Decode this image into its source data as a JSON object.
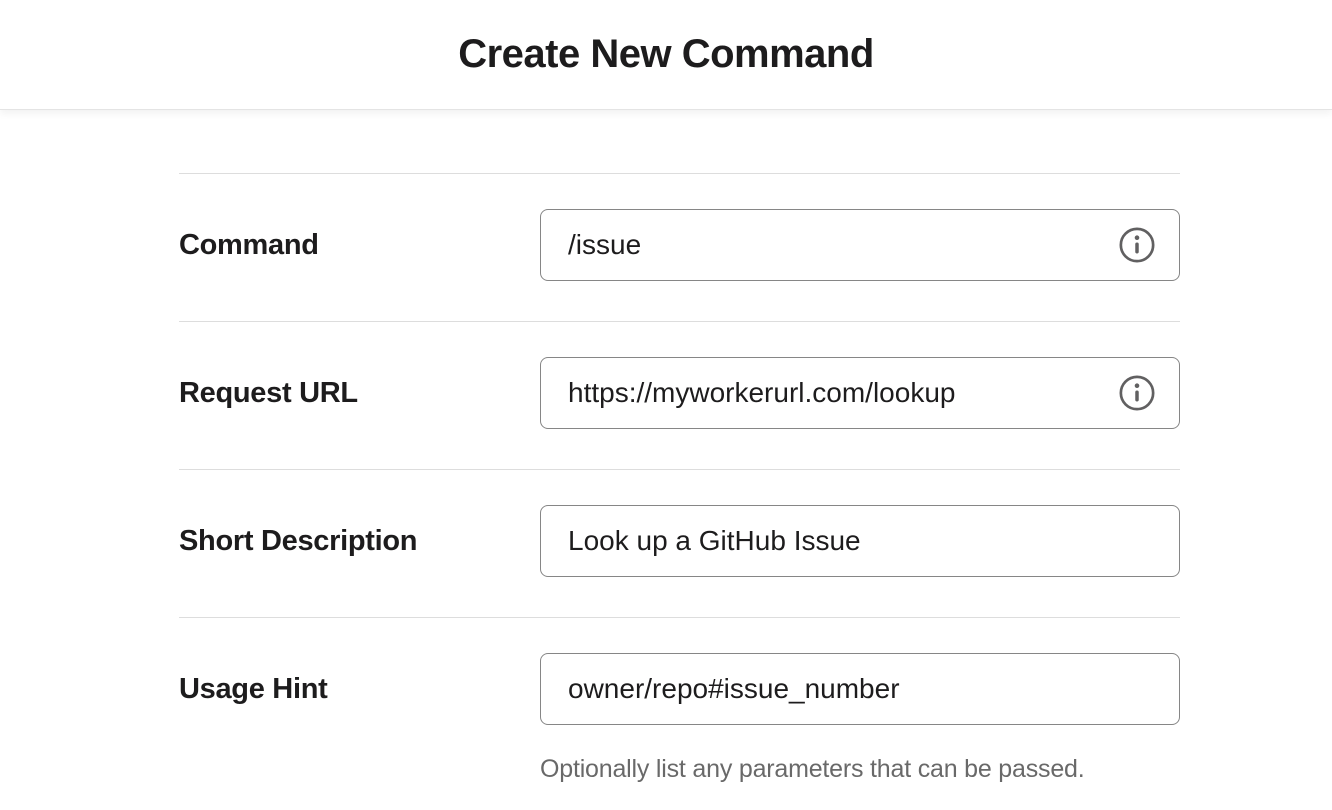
{
  "header": {
    "title": "Create New Command"
  },
  "form": {
    "fields": [
      {
        "label": "Command",
        "value": "/issue",
        "info_icon": true,
        "help": ""
      },
      {
        "label": "Request URL",
        "value": "https://myworkerurl.com/lookup",
        "info_icon": true,
        "help": ""
      },
      {
        "label": "Short Description",
        "value": "Look up a GitHub Issue",
        "info_icon": false,
        "help": ""
      },
      {
        "label": "Usage Hint",
        "value": "owner/repo#issue_number",
        "info_icon": false,
        "help": "Optionally list any parameters that can be passed."
      }
    ]
  },
  "icons": {
    "info_circle": "ⓘ"
  },
  "colors": {
    "text": "#1d1c1d",
    "muted_text": "#696969",
    "input_border": "#868686",
    "divider": "#dddddd",
    "background": "#ffffff",
    "icon": "#616061"
  }
}
